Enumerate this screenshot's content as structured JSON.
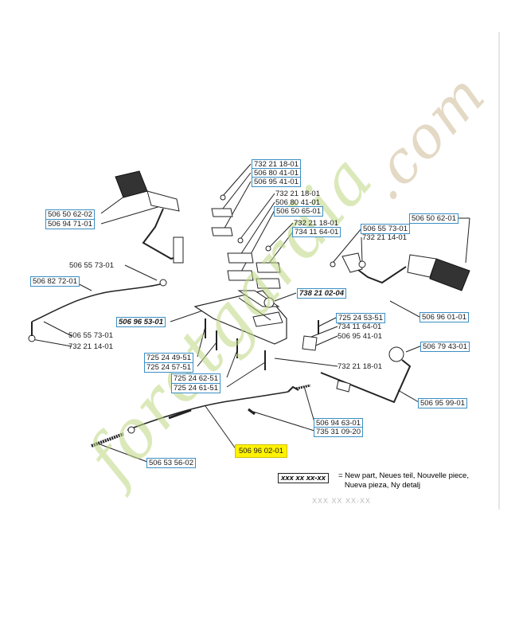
{
  "part_labels": {
    "p1": "732 21 18-01",
    "p2": "506 80 41-01",
    "p3": "506 95 41-01",
    "p4": "732 21 18-01",
    "p5": "506 80 41-01",
    "p6": "506 50 65-01",
    "p7": "732 21 18-01",
    "p8": "734 11 64-01",
    "p9": "506 50 62-02",
    "p10": "506 94 71-01",
    "p11": "506 50 62-01",
    "p12": "506 55 73-01",
    "p13": "732 21 14-01",
    "p14": "506 55 73-01",
    "p15": "506 82 72-01",
    "p16": "738 21 02-04",
    "p17": "506 96 01-01",
    "p18": "506 96 53-01",
    "p19": "506 55 73-01",
    "p20": "732 21 14-01",
    "p21": "725 24 53-51",
    "p22": "734 11 64-01",
    "p23": "506 95 41-01",
    "p24": "732 21 18-01",
    "p25": "506 79 43-01",
    "p26": "725 24 49-51",
    "p27": "725 24 57-51",
    "p28": "725 24 62-51",
    "p29": "725 24 61-51",
    "p30": "506 95 99-01",
    "p31": "506 94 63-01",
    "p32": "735 31 09-20",
    "p33": "506 96 02-01",
    "p34": "506 53 56-02"
  },
  "legend": {
    "symbol": "xxx xx xx-xx",
    "text": "= New part, Neues teil, Nouvelle piece,\n   Nueva pieza, Ny detalj",
    "faded": "XXX XX XX-XX"
  },
  "watermark": {
    "left": "foretgardia",
    "right": ".com"
  },
  "colors": {
    "label_box": "#3b8fc4",
    "highlight": "#fff200",
    "watermark_green": "#bed782",
    "watermark_tan": "#cdb996"
  }
}
